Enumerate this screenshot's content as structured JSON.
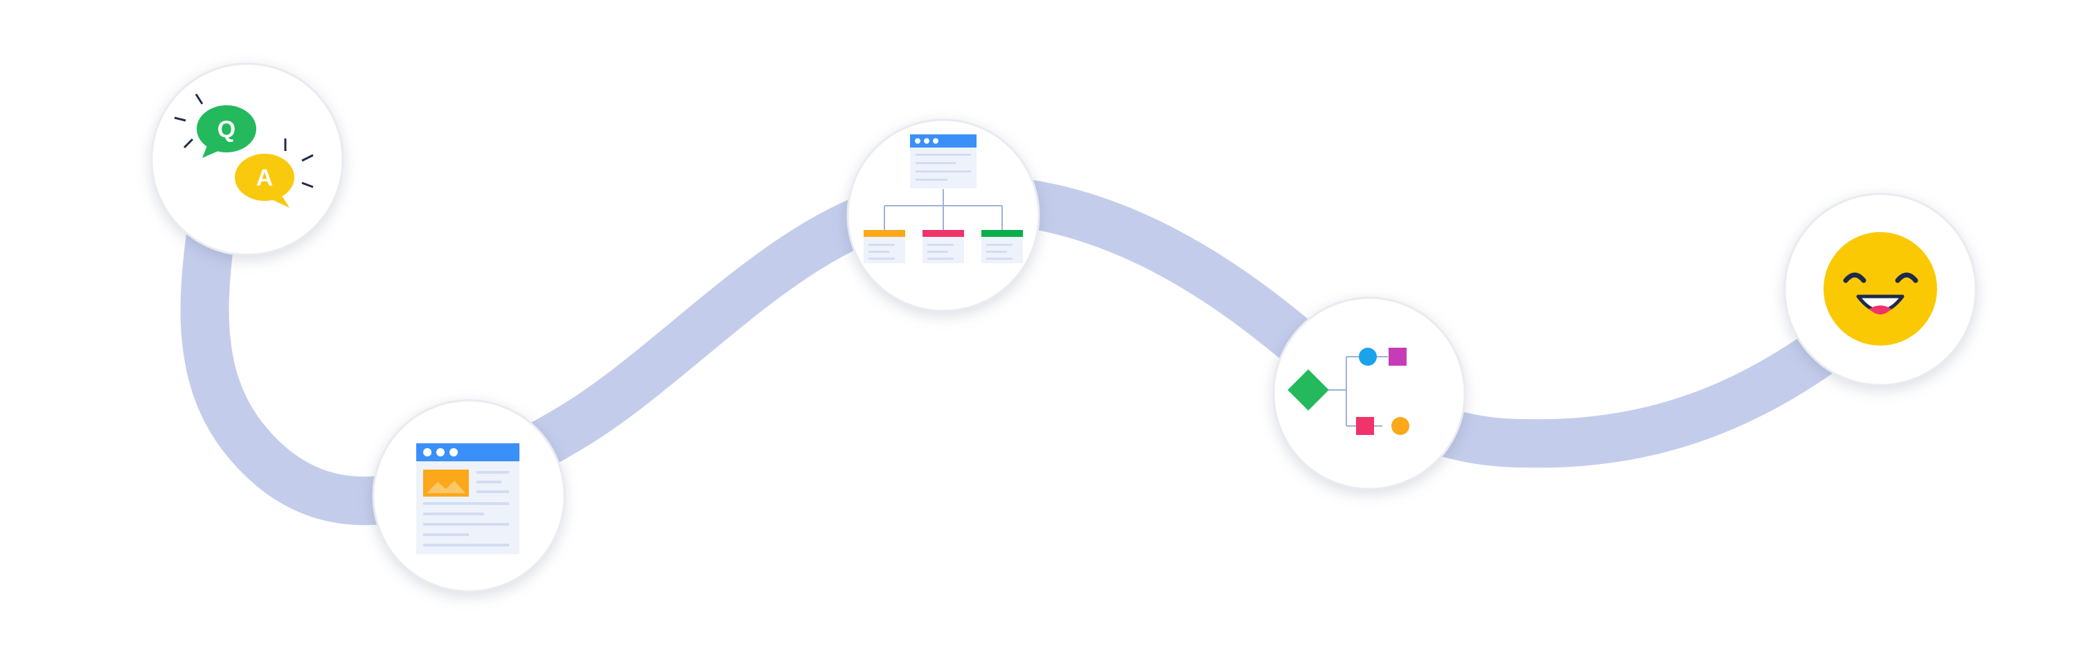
{
  "diagram": {
    "path_color": "#c3cdeb",
    "nodes": [
      {
        "id": "qa",
        "icon": "qa-speech-bubbles-icon",
        "q_label": "Q",
        "a_label": "A",
        "colors": {
          "q": "#24b95c",
          "a": "#f9c90d",
          "text": "#ffffff",
          "burst": "#1e2a4a"
        }
      },
      {
        "id": "webpage",
        "icon": "webpage-layout-icon",
        "colors": {
          "bar": "#3b8ff9",
          "image": "#fba81b",
          "body": "#eef2fb",
          "lines": "#d4dcf2"
        }
      },
      {
        "id": "sitemap",
        "icon": "sitemap-hierarchy-icon",
        "colors": {
          "top": "#3b8ff9",
          "left": "#fba81b",
          "middle": "#f0336a",
          "right": "#0bae4a",
          "body": "#eef2fb",
          "lines": "#d4dcf2",
          "connector": "#9fb0d8"
        }
      },
      {
        "id": "flowchart",
        "icon": "flowchart-decision-icon",
        "colors": {
          "diamond": "#24b95c",
          "circle_top": "#1aa3ea",
          "square_top": "#c63bb8",
          "square_bottom": "#f0336a",
          "circle_bottom": "#fba81b",
          "connector": "#9fb0d8"
        }
      },
      {
        "id": "smiley",
        "icon": "happy-face-icon",
        "colors": {
          "face": "#fbc904",
          "features": "#1e2a4a",
          "mouth": "#ffffff",
          "tongue": "#f0336a"
        }
      }
    ]
  }
}
